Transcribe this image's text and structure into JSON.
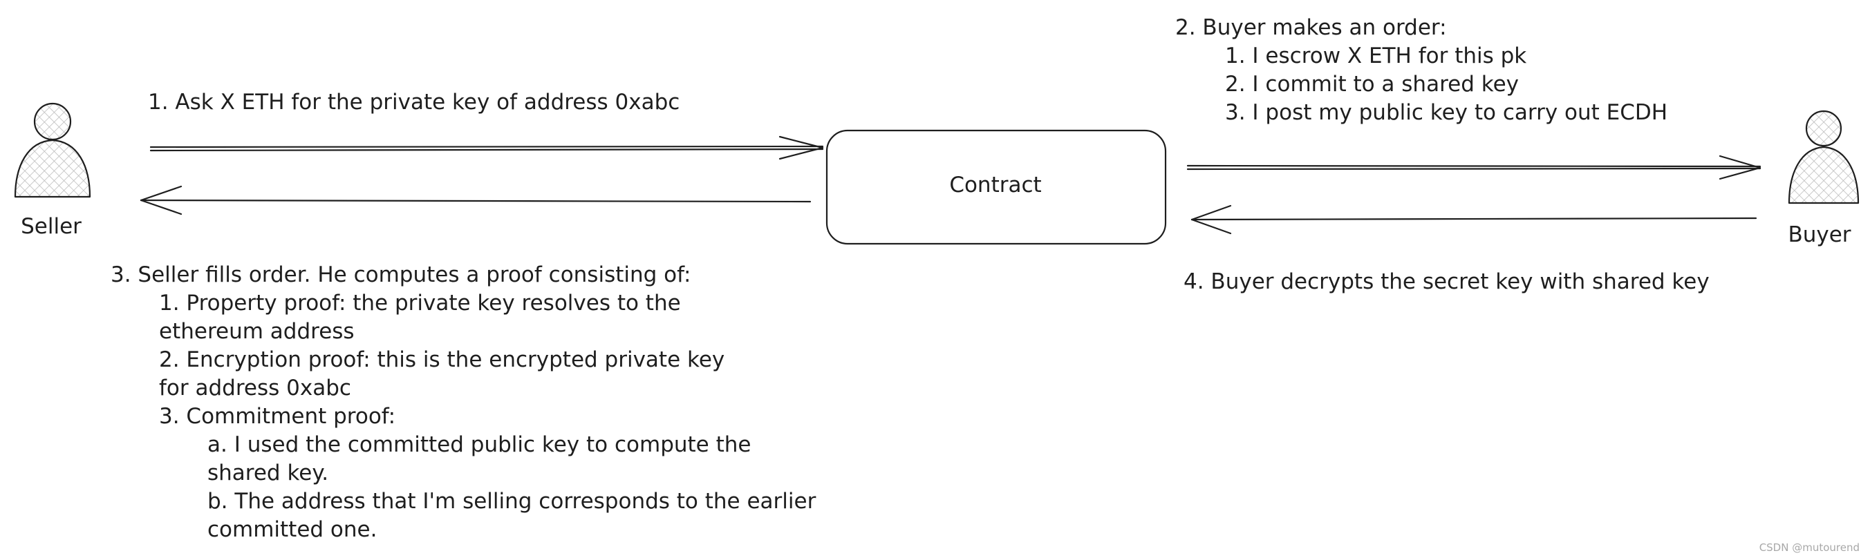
{
  "actors": {
    "seller": {
      "label": "Seller",
      "icon": "person-icon"
    },
    "buyer": {
      "label": "Buyer",
      "icon": "person-icon"
    }
  },
  "contract": {
    "label": "Contract"
  },
  "step1": {
    "text": "1. Ask X ETH for the private key of address 0xabc"
  },
  "step2": {
    "title": "2. Buyer makes an order:",
    "items": [
      "1. I escrow X ETH for this pk",
      "2. I commit to a shared key",
      "3. I post my public key to carry out ECDH"
    ]
  },
  "step3": {
    "title": "3. Seller fills order. He computes a proof consisting of:",
    "lines": [
      "1. Property proof: the private key resolves to the",
      "ethereum address",
      "2. Encryption proof: this is the encrypted private key",
      "for address 0xabc",
      "3. Commitment proof:",
      "a. I used the committed public key to compute the",
      "shared key.",
      "b. The address that I'm selling corresponds to the earlier",
      "committed one."
    ]
  },
  "step4": {
    "text": "4. Buyer decrypts the secret key with shared key"
  },
  "watermark": "CSDN @mutourend",
  "colors": {
    "stroke": "#1e1e1e",
    "hatch": "#bdbdbd",
    "background": "#ffffff"
  }
}
